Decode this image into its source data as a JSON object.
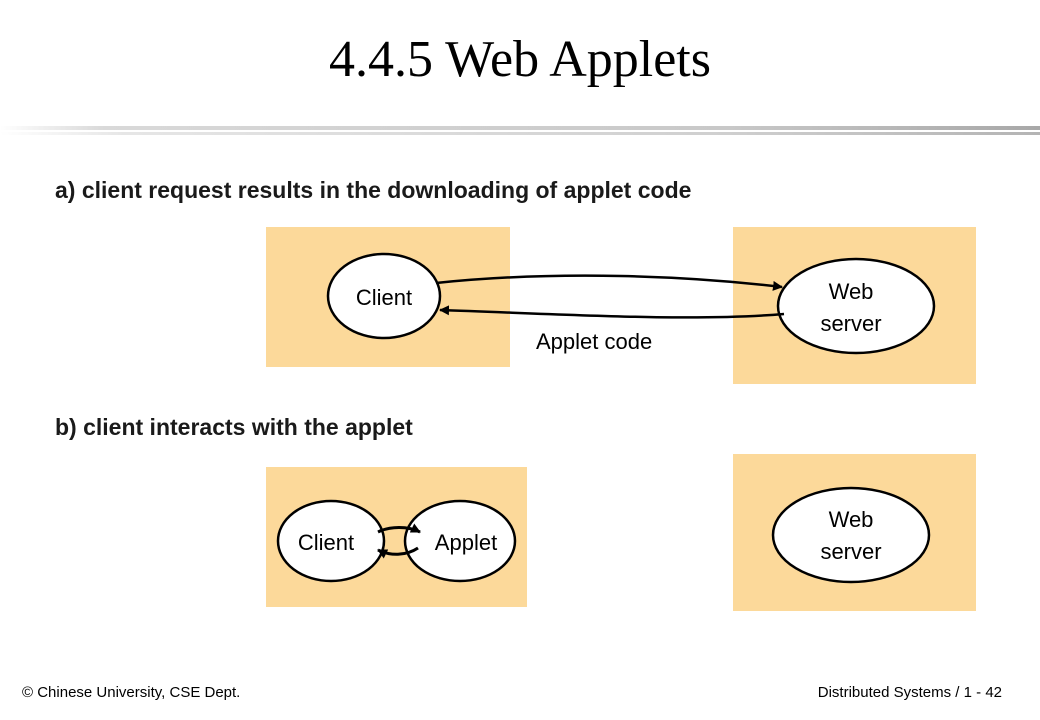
{
  "slide": {
    "title": "4.4.5 Web Applets"
  },
  "colors": {
    "panel": "#fcd99a",
    "ellipse_fill": "#ffffff",
    "stroke": "#000000"
  },
  "diagram": {
    "part_a": {
      "caption": "a) client request results in the downloading of applet code",
      "client_label": "Client",
      "server_label_line1": "Web",
      "server_label_line2": "server",
      "arrow_label": "Applet code"
    },
    "part_b": {
      "caption": "b) client  interacts with the applet",
      "client_label": "Client",
      "applet_label": "Applet",
      "server_label_line1": "Web",
      "server_label_line2": "server"
    }
  },
  "footer": {
    "left": "© Chinese University, CSE Dept.",
    "right": "Distributed Systems / 1 - 42"
  }
}
